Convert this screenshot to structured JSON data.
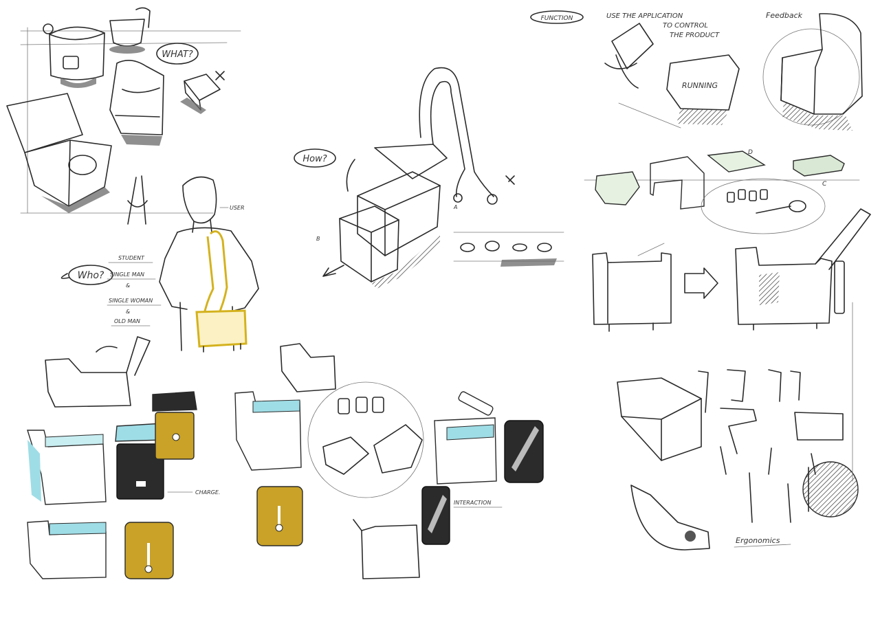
{
  "sketch_sheet": {
    "labels": {
      "what": "WHAT?",
      "how": "How?",
      "who": "Who?",
      "user": "USER",
      "student": "STUDENT",
      "single_man": "SINGLE MAN",
      "amp1": "&",
      "single_woman": "SINGLE WOMAN",
      "amp2": "&",
      "old_man": "OLD MAN",
      "function": "FUNCTION",
      "use_line1": "USE THE APPLICATION",
      "use_line2": "TO CONTROL",
      "use_line3": "THE PRODUCT",
      "running": "RUNNING",
      "feedback": "Feedback",
      "charge": "CHARGE.",
      "interaction": "INTERACTION",
      "ergonomics": "Ergonomics",
      "mark_a": "A",
      "mark_b": "B",
      "mark_c": "C",
      "mark_d": "D"
    },
    "colors": {
      "ink": "#2a2a2a",
      "yellow": "#d4b21e",
      "yellow_fill": "#c9a227",
      "cyan": "#9fdde6",
      "dark": "#2b2b2b",
      "green": "#a6c9a0"
    }
  }
}
